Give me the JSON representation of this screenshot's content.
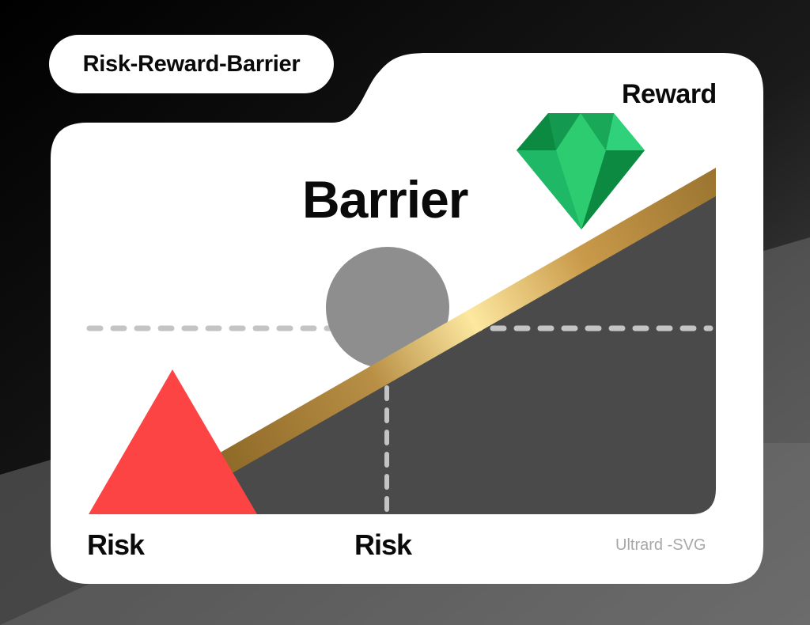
{
  "title": "Risk-Reward-Barrier",
  "labels": {
    "reward": "Reward",
    "barrier": "Barrier",
    "risk_left": "Risk",
    "risk_mid": "Risk"
  },
  "watermark": "Ultrard -SVG",
  "icons": {
    "reward": "diamond-gem-icon",
    "risk": "red-triangle-icon",
    "barrier": "gray-circle-boulder-icon"
  },
  "colors": {
    "background": "#0a0a0a",
    "card": "#ffffff",
    "slope_fill": "#4a4a4a",
    "gold_ramp_dark": "#9a7430",
    "gold_ramp_light": "#fde8a0",
    "risk_triangle": "#fd4444",
    "barrier_circle": "#8e8e8e",
    "gem_light": "#2ecc71",
    "gem_mid": "#1db863",
    "gem_dark": "#0c8a41",
    "dashed_line": "#c4c4c4",
    "watermark": "#a8a8a8"
  }
}
